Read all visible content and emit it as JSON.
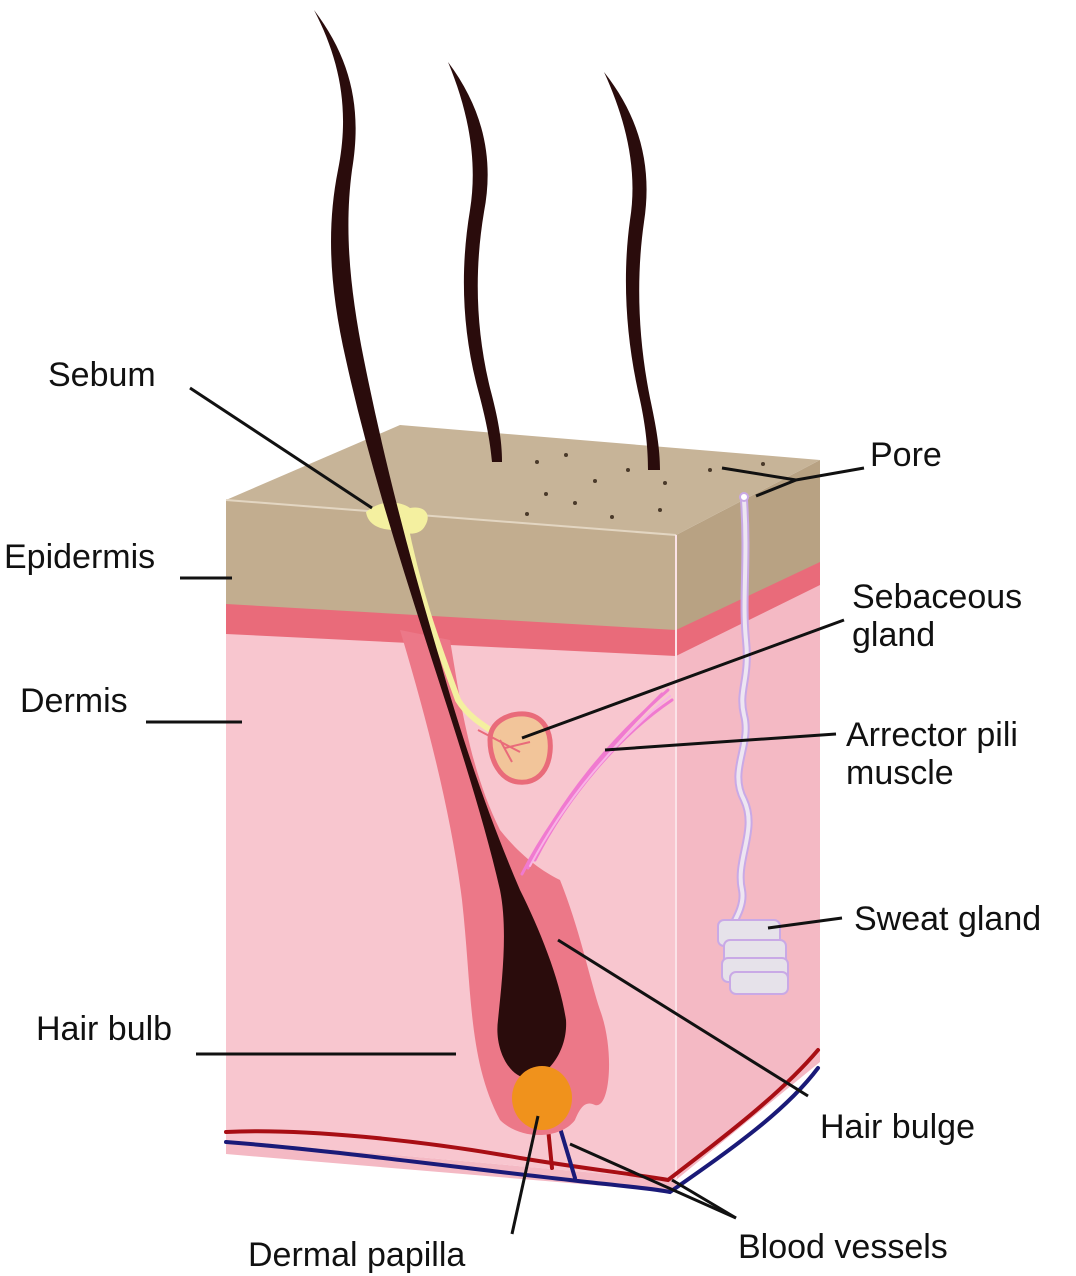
{
  "labels": {
    "sebum": "Sebum",
    "epidermis": "Epidermis",
    "dermis": "Dermis",
    "hair_bulb": "Hair bulb",
    "dermal_papilla": "Dermal papilla",
    "pore": "Pore",
    "sebaceous_gland_line1": "Sebaceous",
    "sebaceous_gland_line2": "gland",
    "arrector_pili_line1": "Arrector pili",
    "arrector_pili_line2": "muscle",
    "sweat_gland": "Sweat gland",
    "hair_bulge": "Hair bulge",
    "blood_vessels": "Blood vessels"
  },
  "colors": {
    "epidermis_top": "#c7b498",
    "epidermis_front": "#c2ad8f",
    "epidermis_side": "#b8a283",
    "basal_layer": "#e96b7a",
    "dermis_front": "#f8c6cf",
    "dermis_side": "#f4b9c4",
    "follicle": "#ec7888",
    "hair": "#2a0c0c",
    "dermal_papilla": "#f0921c",
    "sebum": "#f4f0a0",
    "sebaceous_gland": "#f2c59a",
    "arrector_pili": "#f07ad0",
    "sweat_gland": "#e6e2ea",
    "artery": "#a80e14",
    "vein": "#1a1a78"
  }
}
